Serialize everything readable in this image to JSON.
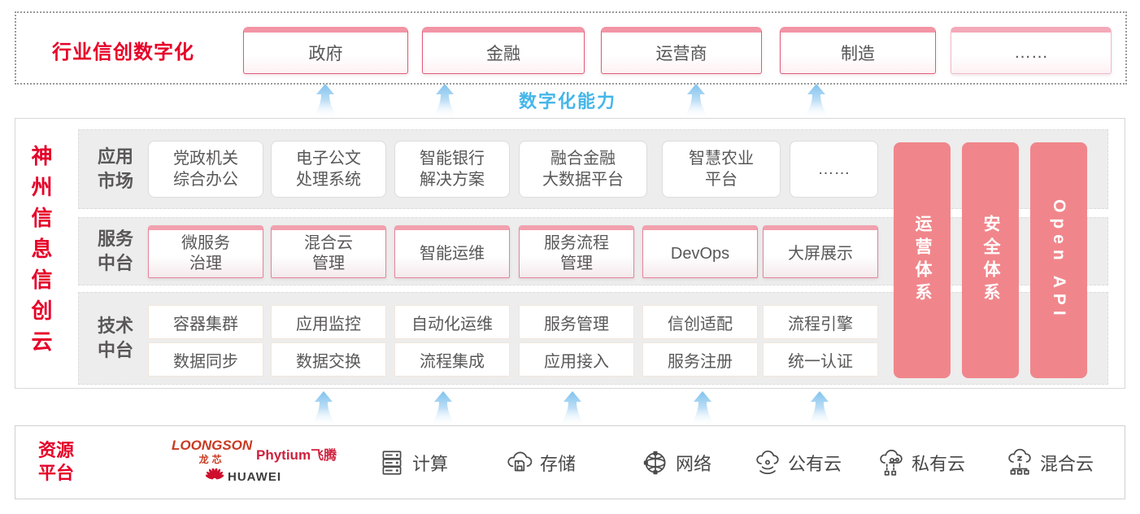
{
  "top_banner": {
    "label": "行业信创数字化",
    "industries": [
      "政府",
      "金融",
      "运营商",
      "制造",
      "……"
    ]
  },
  "capability_label": "数字化能力",
  "platform": {
    "title": "神州信息信创云",
    "app_market": {
      "label": "应用\n市场",
      "items": [
        "党政机关\n综合办公",
        "电子公文\n处理系统",
        "智能银行\n解决方案",
        "融合金融\n大数据平台",
        "智慧农业\n平台",
        "……"
      ]
    },
    "service_platform": {
      "label": "服务\n中台",
      "items": [
        "微服务\n治理",
        "混合云\n管理",
        "智能运维",
        "服务流程\n管理",
        "DevOps",
        "大屏展示"
      ]
    },
    "tech_platform": {
      "label": "技术\n中台",
      "row1": [
        "容器集群",
        "应用监控",
        "自动化运维",
        "服务管理",
        "信创适配",
        "流程引擎"
      ],
      "row2": [
        "数据同步",
        "数据交换",
        "流程集成",
        "应用接入",
        "服务注册",
        "统一认证"
      ]
    },
    "side_bars": [
      "运营体系",
      "安全体系",
      "Open API"
    ]
  },
  "resource": {
    "label": "资源\n平台",
    "vendors": {
      "loongson_en": "LOONGSON",
      "loongson_cn": "龙芯",
      "phytium_en": "Phytium",
      "phytium_cn": "飞腾",
      "huawei": "HUAWEI"
    },
    "items": [
      {
        "icon": "compute-icon",
        "label": "计算"
      },
      {
        "icon": "storage-icon",
        "label": "存储"
      },
      {
        "icon": "network-icon",
        "label": "网络"
      },
      {
        "icon": "public-cloud-icon",
        "label": "公有云"
      },
      {
        "icon": "private-cloud-icon",
        "label": "私有云"
      },
      {
        "icon": "hybrid-cloud-icon",
        "label": "混合云"
      }
    ]
  },
  "colors": {
    "brand_red": "#e60028",
    "box_border_pink": "#e25a78",
    "box_cap_pink": "#f295a5",
    "pillar_pink": "#f0868b",
    "capability_blue": "#45b6ea",
    "text_dark": "#595757",
    "row_gray": "#ededed"
  }
}
